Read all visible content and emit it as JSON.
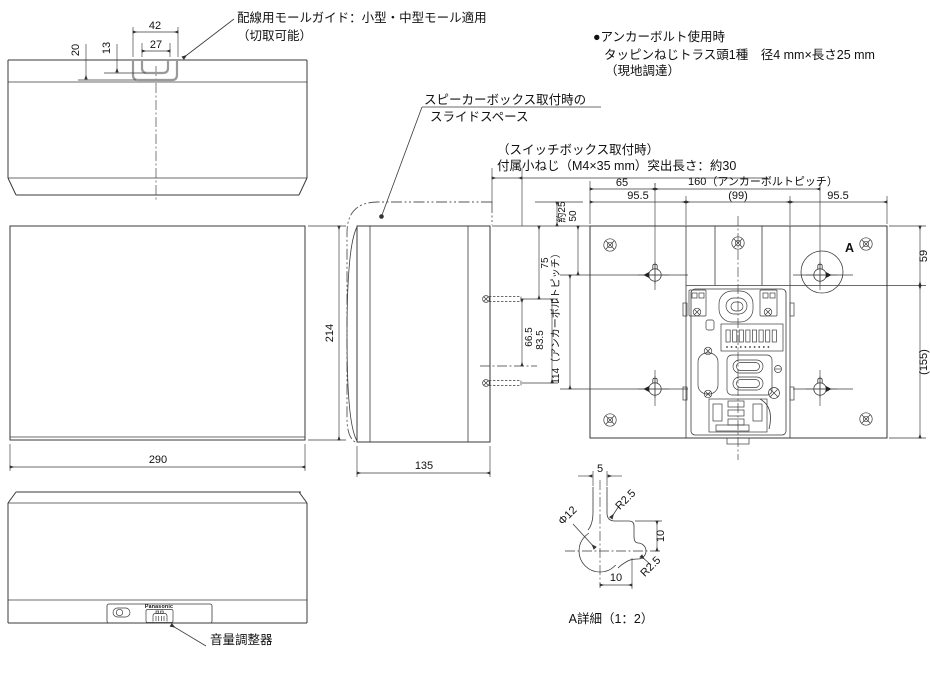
{
  "notes": {
    "mold1": "配線用モールガイド：小型・中型モール適用",
    "mold2": "（切取可能）",
    "anchor1": "●アンカーボルト使用時",
    "anchor2": "タッピンねじトラス頭1種　径4 mm×長さ25 mm",
    "anchor3": "（現地調達）",
    "slide1": "スピーカーボックス取付時の",
    "slide2": "スライドスペース",
    "switch1": "（スイッチボックス取付時）",
    "switch2": "付属小ねじ（M4×35 mm）突出長さ：約30",
    "volume": "音量調整器"
  },
  "top": {
    "d42": "42",
    "d27": "27",
    "d20": "20",
    "d13": "13"
  },
  "front": {
    "w": "290",
    "h": "214"
  },
  "side": {
    "d": "135"
  },
  "rear": {
    "d65": "65",
    "d160": "160（アンカーボルトピッチ）",
    "d955l": "95.5",
    "d99": "(99)",
    "d955r": "95.5",
    "d59": "59",
    "d155": "(155)",
    "d25": "約25",
    "d50": "50",
    "d75": "75",
    "d665": "66.5",
    "d835": "83.5",
    "d114": "114（アンカーボルトピッチ）",
    "a": "A"
  },
  "bottom": {
    "logo": "Panasonic"
  },
  "detail": {
    "caption": "A詳細（1：2）",
    "d5": "5",
    "r1": "R2.5",
    "dia": "Φ12",
    "d10r": "10",
    "r2": "R2.5",
    "d10b": "10"
  }
}
